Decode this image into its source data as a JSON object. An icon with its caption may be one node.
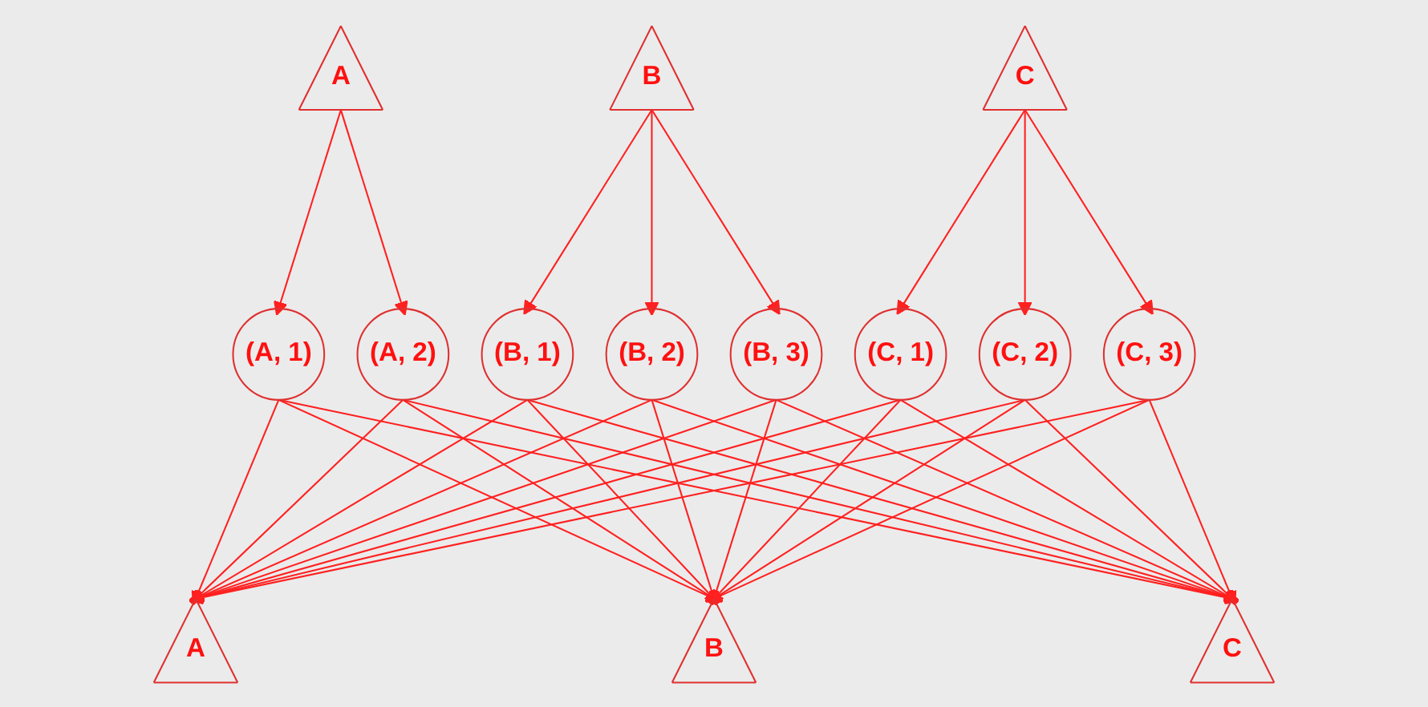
{
  "diagram": {
    "nodes": [
      {
        "text": [
          "A"
        ]
      },
      {
        "text": [
          "B"
        ]
      },
      {
        "text": [
          "C"
        ]
      },
      {
        "text": [
          "(A, 1)"
        ]
      },
      {
        "text": [
          "(A, 2)"
        ]
      },
      {
        "text": [
          "(B, 1)"
        ]
      },
      {
        "text": [
          "(B, 2)"
        ]
      },
      {
        "text": [
          "(B, 3)"
        ]
      },
      {
        "text": [
          "(C, 1)"
        ]
      },
      {
        "text": [
          "(C, 2)"
        ]
      },
      {
        "text": [
          "(C, 3)"
        ]
      },
      {
        "text": [
          "A"
        ]
      },
      {
        "text": [
          "B"
        ]
      },
      {
        "text": [
          "C"
        ]
      }
    ],
    "edges": [
      {
        "from": 0,
        "to": 3,
        "arrow": "to"
      },
      {
        "from": 0,
        "to": 4,
        "arrow": "to"
      },
      {
        "from": 1,
        "to": 5,
        "arrow": "to"
      },
      {
        "from": 1,
        "to": 6,
        "arrow": "to"
      },
      {
        "from": 1,
        "to": 7,
        "arrow": "to"
      },
      {
        "from": 2,
        "to": 8,
        "arrow": "to"
      },
      {
        "from": 2,
        "to": 9,
        "arrow": "to"
      },
      {
        "from": 2,
        "to": 10,
        "arrow": "to"
      },
      {
        "from": 3,
        "to": 11,
        "arrow": "to"
      },
      {
        "from": 3,
        "to": 12,
        "arrow": "to"
      },
      {
        "from": 3,
        "to": 13,
        "arrow": "to"
      },
      {
        "from": 4,
        "to": 11,
        "arrow": "to"
      },
      {
        "from": 4,
        "to": 12,
        "arrow": "to"
      },
      {
        "from": 4,
        "to": 13,
        "arrow": "to"
      },
      {
        "from": 5,
        "to": 11,
        "arrow": "to"
      },
      {
        "from": 5,
        "to": 12,
        "arrow": "to"
      },
      {
        "from": 5,
        "to": 13,
        "arrow": "to"
      },
      {
        "from": 6,
        "to": 11,
        "arrow": "to"
      },
      {
        "from": 6,
        "to": 12,
        "arrow": "to"
      },
      {
        "from": 6,
        "to": 13,
        "arrow": "to"
      },
      {
        "from": 7,
        "to": 11,
        "arrow": "to"
      },
      {
        "from": 7,
        "to": 12,
        "arrow": "to"
      },
      {
        "from": 7,
        "to": 13,
        "arrow": "to"
      },
      {
        "from": 8,
        "to": 11,
        "arrow": "to"
      },
      {
        "from": 8,
        "to": 12,
        "arrow": "to"
      },
      {
        "from": 8,
        "to": 13,
        "arrow": "to"
      },
      {
        "from": 9,
        "to": 11,
        "arrow": "to"
      },
      {
        "from": 9,
        "to": 12,
        "arrow": "to"
      },
      {
        "from": 9,
        "to": 13,
        "arrow": "to"
      },
      {
        "from": 10,
        "to": 11,
        "arrow": "to"
      },
      {
        "from": 10,
        "to": 12,
        "arrow": "to"
      },
      {
        "from": 10,
        "to": 13,
        "arrow": "to"
      }
    ]
  }
}
